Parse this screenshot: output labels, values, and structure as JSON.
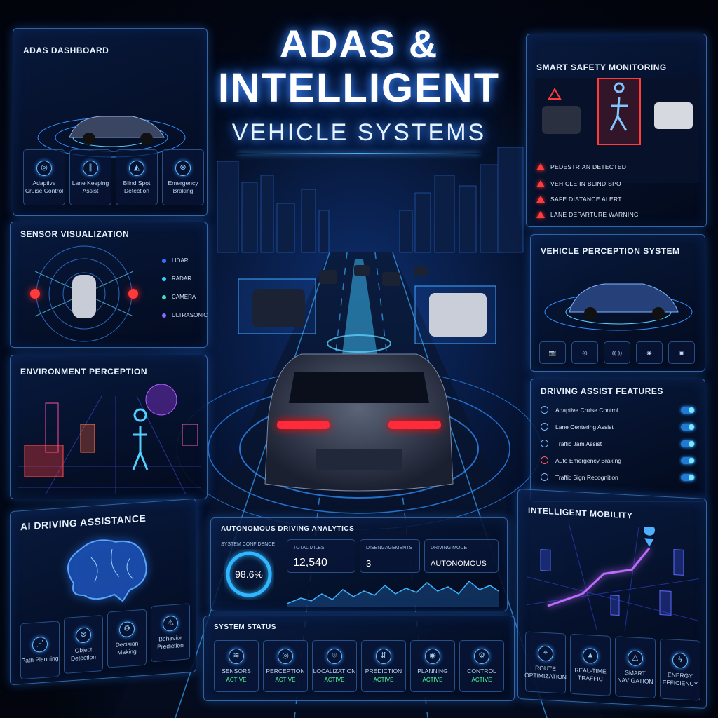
{
  "header": {
    "line1": "ADAS &",
    "line2": "INTELLIGENT",
    "line3": "VEHICLE SYSTEMS"
  },
  "adas_dashboard": {
    "title": "ADAS DASHBOARD",
    "items": [
      {
        "label": "Adaptive Cruise Control",
        "icon": "cruise-control-icon"
      },
      {
        "label": "Lane Keeping Assist",
        "icon": "lane-keeping-icon"
      },
      {
        "label": "Blind Spot Detection",
        "icon": "blind-spot-icon"
      },
      {
        "label": "Emergency Braking",
        "icon": "emergency-brake-icon"
      }
    ]
  },
  "sensor_visualization": {
    "title": "SENSOR VISUALIZATION",
    "legend": [
      {
        "label": "LIDAR",
        "color": "#3a6bff"
      },
      {
        "label": "RADAR",
        "color": "#2fd0ff"
      },
      {
        "label": "CAMERA",
        "color": "#3fe0c0"
      },
      {
        "label": "ULTRASONIC",
        "color": "#8a6bff"
      }
    ]
  },
  "environment_perception": {
    "title": "ENVIRONMENT PERCEPTION"
  },
  "ai_driving_assistance": {
    "title": "AI DRIVING ASSISTANCE",
    "items": [
      {
        "label": "Path Planning",
        "icon": "path-planning-icon"
      },
      {
        "label": "Object Detection",
        "icon": "object-detection-icon"
      },
      {
        "label": "Decision Making",
        "icon": "decision-making-icon"
      },
      {
        "label": "Behavior Prediction",
        "icon": "behavior-prediction-icon"
      }
    ]
  },
  "smart_safety": {
    "title": "SMART SAFETY MONITORING",
    "alerts": [
      "PEDESTRIAN DETECTED",
      "VEHICLE IN BLIND SPOT",
      "SAFE DISTANCE ALERT",
      "LANE DEPARTURE WARNING"
    ]
  },
  "vehicle_perception": {
    "title": "VEHICLE PERCEPTION SYSTEM"
  },
  "driving_assist": {
    "title": "DRIVING ASSIST FEATURES",
    "features": [
      {
        "label": "Adaptive Cruise Control",
        "on": true
      },
      {
        "label": "Lane Centering Assist",
        "on": true
      },
      {
        "label": "Traffic Jam Assist",
        "on": true
      },
      {
        "label": "Auto Emergency Braking",
        "on": true
      },
      {
        "label": "Traffic Sign Recognition",
        "on": true
      }
    ]
  },
  "analytics": {
    "title": "AUTONOMOUS DRIVING ANALYTICS",
    "confidence_label": "SYSTEM CONFIDENCE",
    "confidence_value": "98.6%",
    "confidence_pct": 98.6,
    "miles_label": "TOTAL MILES",
    "miles_value": "12,540",
    "disengage_label": "DISENGAGEMENTS",
    "disengage_value": "3",
    "mode_label": "DRIVING MODE",
    "mode_value": "AUTONOMOUS"
  },
  "system_status": {
    "title": "SYSTEM STATUS",
    "items": [
      {
        "label": "SENSORS",
        "status": "ACTIVE",
        "icon": "wifi-icon"
      },
      {
        "label": "PERCEPTION",
        "status": "ACTIVE",
        "icon": "eye-target-icon"
      },
      {
        "label": "LOCALIZATION",
        "status": "ACTIVE",
        "icon": "location-pin-icon"
      },
      {
        "label": "PREDICTION",
        "status": "ACTIVE",
        "icon": "prediction-icon"
      },
      {
        "label": "PLANNING",
        "status": "ACTIVE",
        "icon": "planning-icon"
      },
      {
        "label": "CONTROL",
        "status": "ACTIVE",
        "icon": "control-gear-icon"
      }
    ]
  },
  "intelligent_mobility": {
    "title": "INTELLIGENT MOBILITY",
    "items": [
      {
        "label": "ROUTE OPTIMIZATION",
        "icon": "route-icon"
      },
      {
        "label": "REAL-TIME TRAFFIC",
        "icon": "traffic-icon"
      },
      {
        "label": "SMART NAVIGATION",
        "icon": "navigation-icon"
      },
      {
        "label": "ENERGY EFFICIENCY",
        "icon": "energy-icon"
      }
    ]
  },
  "colors": {
    "accent": "#4fb0ff",
    "alert": "#ff3b3b",
    "active": "#4dff9a"
  }
}
